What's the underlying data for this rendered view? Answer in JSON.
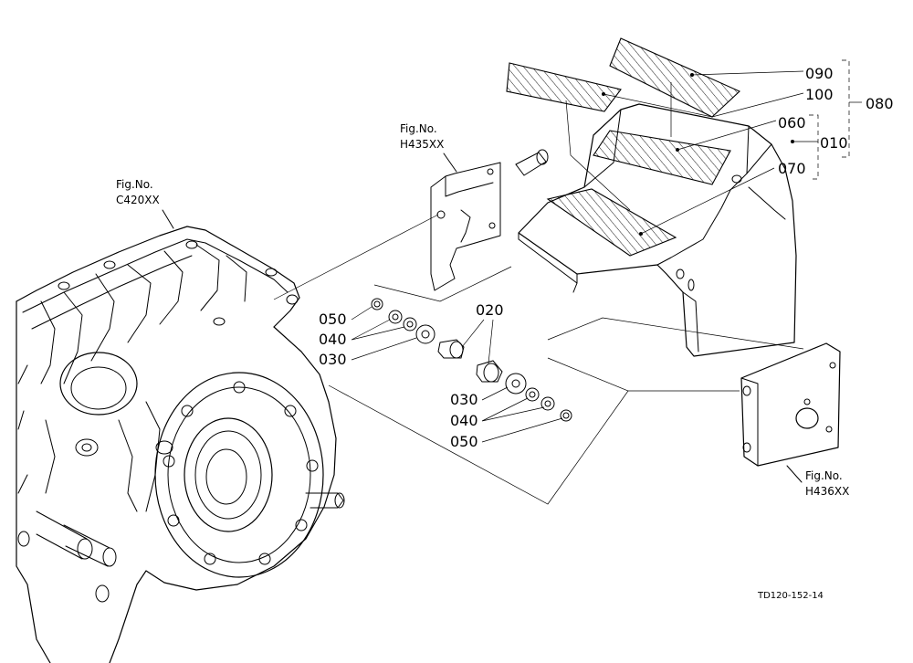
{
  "part_labels": {
    "p010": "010",
    "p020": "020",
    "p030a": "030",
    "p030b": "030",
    "p040a": "040",
    "p040b": "040",
    "p050a": "050",
    "p050b": "050",
    "p060": "060",
    "p070": "070",
    "p080": "080",
    "p090": "090",
    "p100": "100"
  },
  "figure_refs": {
    "transmission": {
      "line1": "Fig.No.",
      "line2": "C420XX"
    },
    "bracket_left": {
      "line1": "Fig.No.",
      "line2": "H435XX"
    },
    "bracket_right": {
      "line1": "Fig.No.",
      "line2": "H436XX"
    }
  },
  "drawing_code": "TD120-152-14"
}
